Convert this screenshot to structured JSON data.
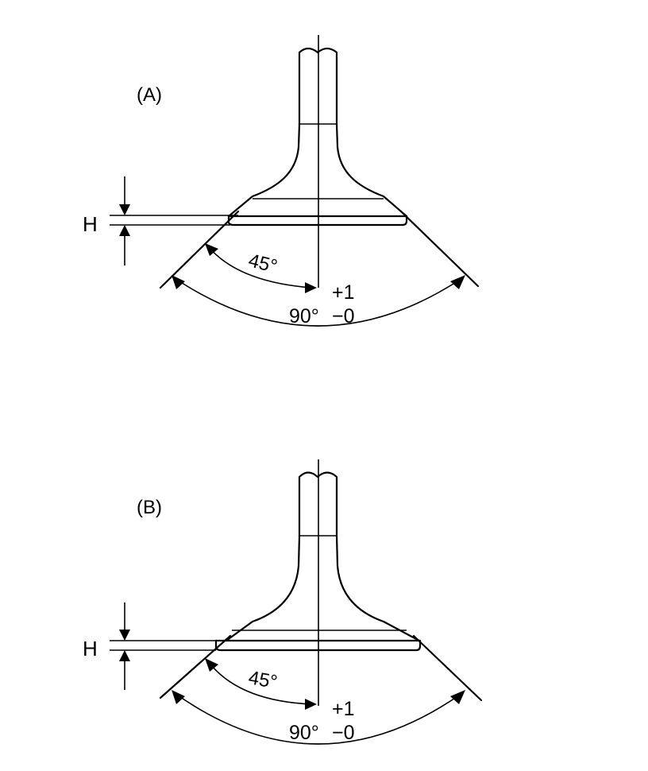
{
  "figures": [
    {
      "label": "(A)",
      "dimension_label": "H",
      "seat_angle_label": "45°",
      "face_angle_label": "90°",
      "tolerance_plus": "+1",
      "tolerance_minus": "−0"
    },
    {
      "label": "(B)",
      "dimension_label": "H",
      "seat_angle_label": "45°",
      "face_angle_label": "90°",
      "tolerance_plus": "+1",
      "tolerance_minus": "−0"
    }
  ]
}
